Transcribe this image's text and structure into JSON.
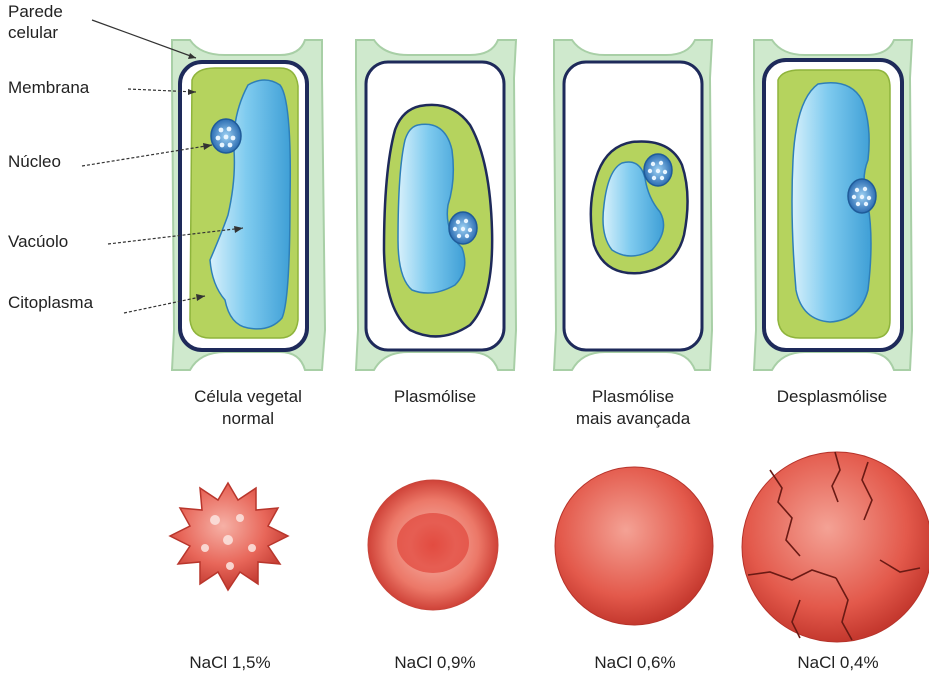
{
  "labels": {
    "parede": [
      "Parede",
      "celular"
    ],
    "membrana": "Membrana",
    "nucleo": "Núcleo",
    "vacuolo": "Vacúolo",
    "citoplasma": "Citoplasma"
  },
  "cells": [
    {
      "caption": [
        "Célula vegetal",
        "normal"
      ]
    },
    {
      "caption": [
        "Plasmólise"
      ]
    },
    {
      "caption": [
        "Plasmólise",
        "mais avançada"
      ]
    },
    {
      "caption": [
        "Desplasmólise"
      ]
    }
  ],
  "blood_cells": [
    {
      "caption": "NaCl 1,5%"
    },
    {
      "caption": "NaCl 0,9%"
    },
    {
      "caption": "NaCl 0,6%"
    },
    {
      "caption": "NaCl 0,4%"
    }
  ],
  "colors": {
    "cell_wall": "#c9e6c8",
    "membrane": "#1e2a5a",
    "cytoplasm": "#b5d35e",
    "vacuole": "#5fb8e6",
    "nucleus": "#3a7fc4",
    "rbc": "#e4564a"
  }
}
